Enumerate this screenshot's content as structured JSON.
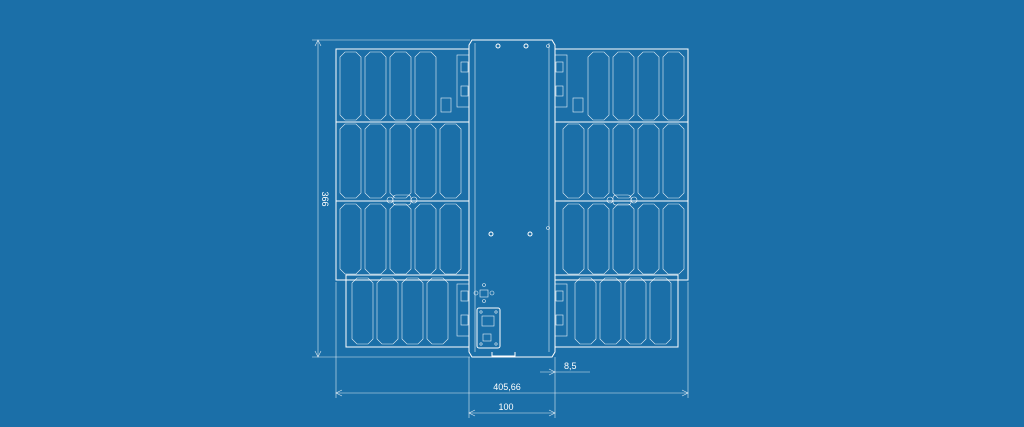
{
  "drawing": {
    "background_color": "#1b6fa8",
    "line_color": "#ffffff",
    "dimensions": {
      "height": "366",
      "total_width": "405,66",
      "body_width": "100",
      "offset": "8,5"
    }
  }
}
